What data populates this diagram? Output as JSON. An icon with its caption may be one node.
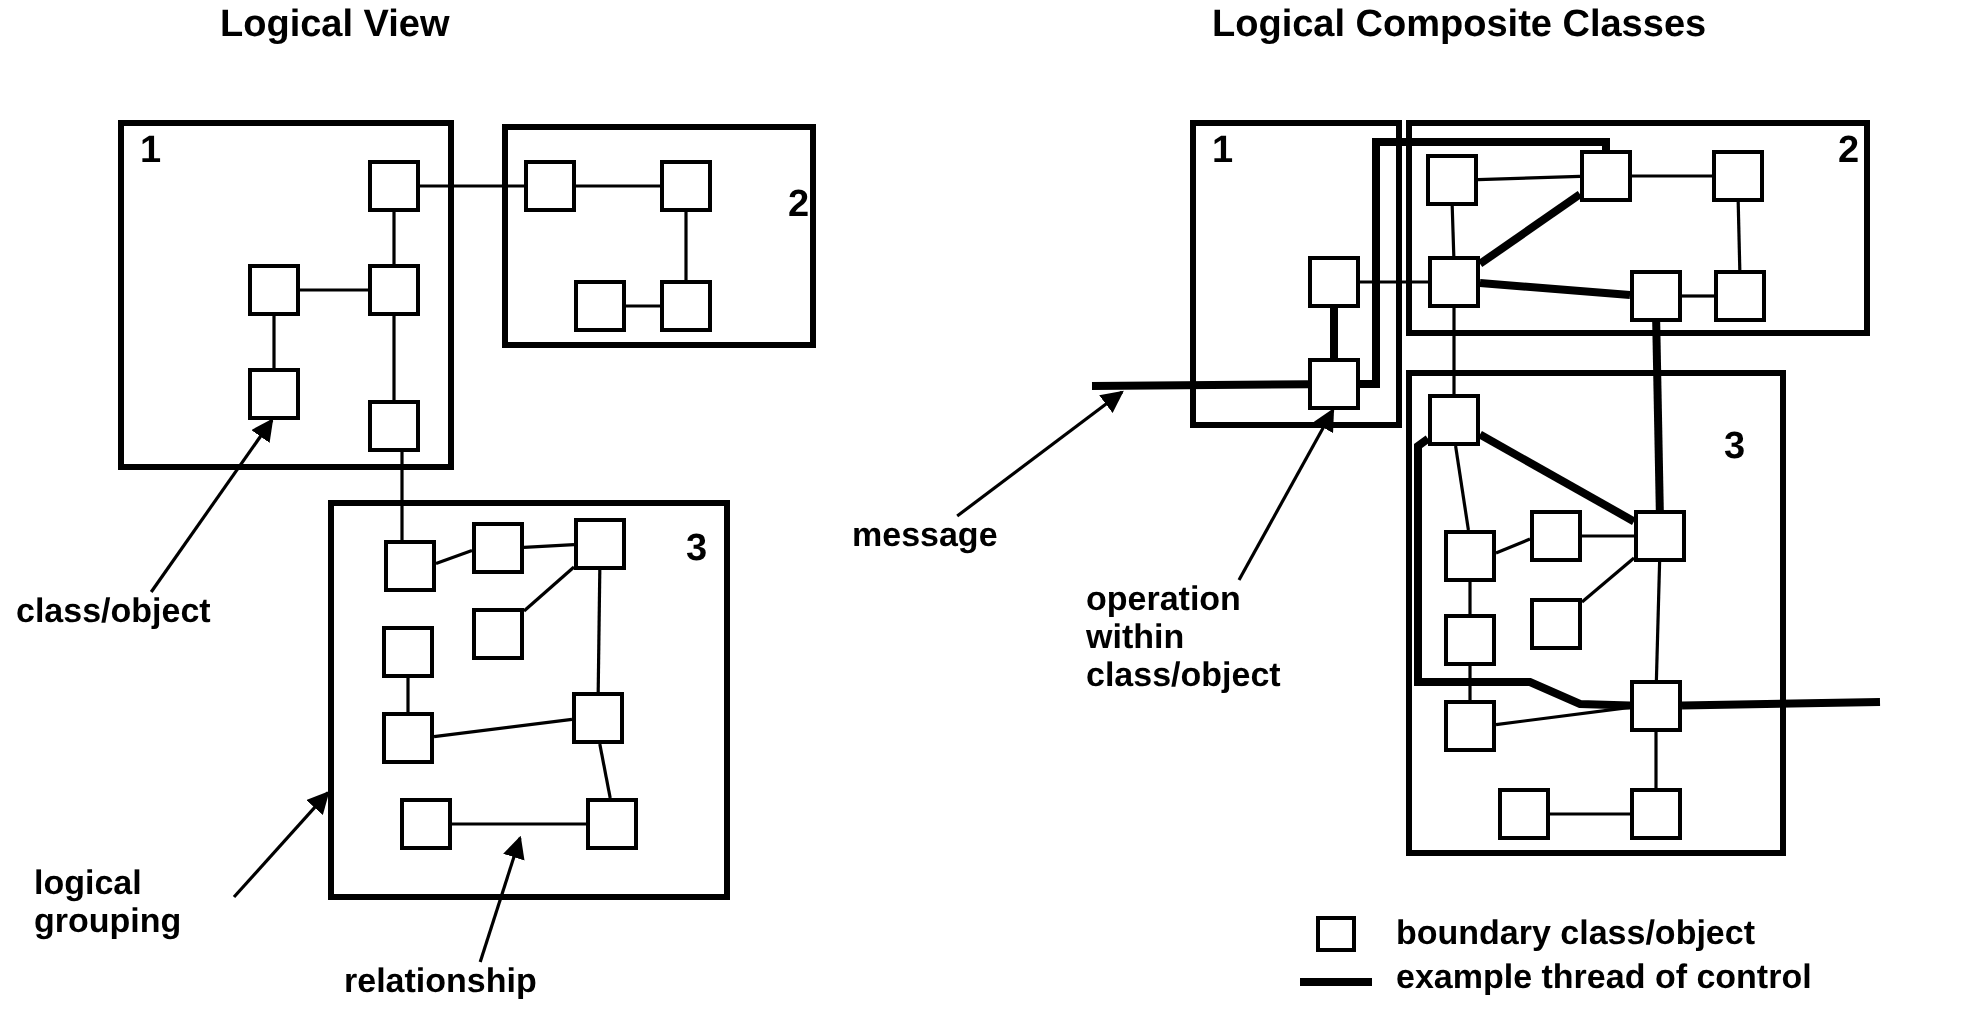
{
  "diagram": {
    "nodes": [
      {
        "text": [
          "1"
        ]
      },
      {
        "text": [],
        "shape": "box",
        "in": 0
      },
      {
        "text": [],
        "shape": "box",
        "in": 0
      },
      {
        "text": [],
        "shape": "box",
        "in": 0
      },
      {
        "text": [],
        "shape": "box",
        "in": 0
      },
      {
        "text": [],
        "shape": "box",
        "in": 0
      },
      {
        "text": [
          "2"
        ]
      },
      {
        "text": [],
        "shape": "box",
        "in": 6
      },
      {
        "text": [],
        "shape": "box",
        "in": 6
      },
      {
        "text": [],
        "shape": "box",
        "in": 6
      },
      {
        "text": [],
        "shape": "box",
        "in": 6
      },
      {
        "text": [
          "3"
        ]
      },
      {
        "text": [],
        "shape": "box",
        "in": 11
      },
      {
        "text": [],
        "shape": "box",
        "in": 11
      },
      {
        "text": [],
        "shape": "box",
        "in": 11
      },
      {
        "text": [],
        "shape": "box",
        "in": 11
      },
      {
        "text": [],
        "shape": "box",
        "in": 11
      },
      {
        "text": [],
        "shape": "box",
        "in": 11
      },
      {
        "text": [],
        "shape": "box",
        "in": 11
      },
      {
        "text": [],
        "shape": "box",
        "in": 11
      },
      {
        "text": [],
        "shape": "box",
        "in": 11
      },
      {
        "text": [
          "class/object"
        ]
      },
      {
        "text": [
          "logical grouping"
        ]
      },
      {
        "text": [
          "relationship"
        ]
      },
      {
        "text": [
          "1"
        ]
      },
      {
        "text": [
          "2"
        ]
      },
      {
        "text": [],
        "shape": "box",
        "in": 25
      },
      {
        "text": [],
        "shape": "box",
        "in": 25
      },
      {
        "text": [],
        "shape": "box",
        "in": 25
      },
      {
        "text": [],
        "shape": "box",
        "in": 24
      },
      {
        "text": [],
        "shape": "box",
        "in": 25
      },
      {
        "text": [],
        "shape": "box",
        "in": 25
      },
      {
        "text": [],
        "shape": "box",
        "in": 25
      },
      {
        "text": [],
        "shape": "box",
        "in": 24
      },
      {
        "text": [
          "3"
        ]
      },
      {
        "text": [],
        "shape": "box",
        "in": 34
      },
      {
        "text": [],
        "shape": "box",
        "in": 34
      },
      {
        "text": [],
        "shape": "box",
        "in": 34
      },
      {
        "text": [],
        "shape": "box",
        "in": 34
      },
      {
        "text": [],
        "shape": "box",
        "in": 34
      },
      {
        "text": [],
        "shape": "box",
        "in": 34
      },
      {
        "text": [],
        "shape": "box",
        "in": 34
      },
      {
        "text": [],
        "shape": "box",
        "in": 34
      },
      {
        "text": [],
        "shape": "box",
        "in": 34
      },
      {
        "text": [],
        "shape": "box",
        "in": 34
      },
      {
        "text": [
          "message"
        ]
      },
      {
        "text": [
          "operation within class/object"
        ]
      }
    ],
    "edges": [
      {
        "from": 1,
        "to": 7,
        "arrow": "none"
      },
      {
        "from": 1,
        "to": 3,
        "arrow": "none"
      },
      {
        "from": 3,
        "to": 2,
        "arrow": "none"
      },
      {
        "from": 2,
        "to": 4,
        "arrow": "none"
      },
      {
        "from": 3,
        "to": 5,
        "arrow": "none"
      },
      {
        "from": 5,
        "to": 12,
        "arrow": "none"
      },
      {
        "from": 12,
        "to": 13,
        "arrow": "none"
      },
      {
        "from": 13,
        "to": 14,
        "arrow": "none"
      },
      {
        "from": 14,
        "to": 16,
        "arrow": "none"
      },
      {
        "from": 14,
        "to": 18,
        "arrow": "none"
      },
      {
        "from": 15,
        "to": 17,
        "arrow": "none"
      },
      {
        "from": 17,
        "to": 18,
        "arrow": "none"
      },
      {
        "from": 18,
        "to": 20,
        "arrow": "none"
      },
      {
        "from": 19,
        "to": 20,
        "arrow": "none"
      },
      {
        "from": 21,
        "to": 4,
        "arrow": "to"
      },
      {
        "from": 22,
        "to": 11,
        "arrow": "to"
      },
      {
        "from": 23,
        "to": null,
        "arrow": "to"
      },
      {
        "from": 26,
        "to": 27,
        "arrow": "none"
      },
      {
        "from": 26,
        "to": 30,
        "arrow": "none"
      },
      {
        "from": 29,
        "to": 30,
        "arrow": "none"
      },
      {
        "from": 27,
        "to": 28,
        "arrow": "none"
      },
      {
        "from": 28,
        "to": 32,
        "arrow": "none"
      },
      {
        "from": 31,
        "to": 32,
        "arrow": "none"
      },
      {
        "from": 30,
        "to": 35,
        "arrow": "none"
      },
      {
        "from": 35,
        "to": 36,
        "arrow": "none"
      },
      {
        "from": 36,
        "to": 39,
        "arrow": "none"
      },
      {
        "from": 39,
        "to": 41,
        "arrow": "none"
      },
      {
        "from": 36,
        "to": 37,
        "arrow": "none"
      },
      {
        "from": 37,
        "to": 38,
        "arrow": "none"
      },
      {
        "from": 38,
        "to": 40,
        "arrow": "none"
      },
      {
        "from": 38,
        "to": 42,
        "arrow": "none"
      },
      {
        "from": 41,
        "to": 42,
        "arrow": "none"
      },
      {
        "from": 42,
        "to": 44,
        "arrow": "none"
      },
      {
        "from": 43,
        "to": 44,
        "arrow": "none"
      },
      {
        "from": null,
        "to": 33,
        "arrow": "none",
        "style": "thick"
      },
      {
        "from": 33,
        "to": 29,
        "arrow": "none",
        "style": "thick"
      },
      {
        "from": 33,
        "to": 27,
        "arrow": "none",
        "style": "thick"
      },
      {
        "from": 27,
        "to": 30,
        "arrow": "none",
        "style": "thick"
      },
      {
        "from": 30,
        "to": 31,
        "arrow": "none",
        "style": "thick"
      },
      {
        "from": 31,
        "to": 38,
        "arrow": "none",
        "style": "thick"
      },
      {
        "from": 35,
        "to": 38,
        "arrow": "none",
        "style": "thick"
      },
      {
        "from": 35,
        "to": 42,
        "arrow": "none",
        "style": "thick"
      },
      {
        "from": 42,
        "to": null,
        "arrow": "none",
        "style": "thick"
      },
      {
        "from": 45,
        "to": null,
        "arrow": "to"
      },
      {
        "from": 46,
        "to": 33,
        "arrow": "to"
      },
      {
        "from": 7,
        "to": 8,
        "arrow": "none"
      },
      {
        "from": 8,
        "to": 10,
        "arrow": "none"
      },
      {
        "from": 9,
        "to": 10,
        "arrow": "none"
      }
    ],
    "labels": [
      "Logical View",
      "Logical Composite Classes"
    ],
    "legend": [
      {
        "text": "boundary class/object"
      },
      {
        "text": "example thread of control"
      }
    ]
  }
}
